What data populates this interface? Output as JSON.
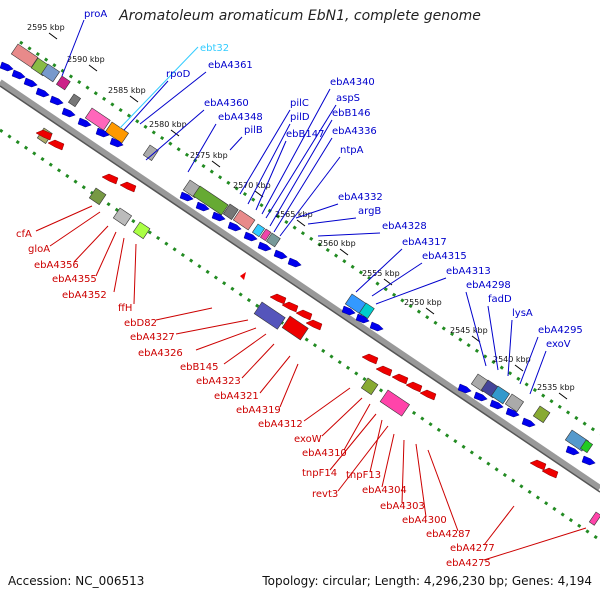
{
  "header": {
    "title": "Aromatoleum aromaticum EbN1, complete genome"
  },
  "footer": {
    "accession": "Accession: NC_006513",
    "topology": "Topology: circular; Length: 4,296,230 bp; Genes: 4,194"
  },
  "colors": {
    "forward_labels": "#0000cc",
    "reverse_labels": "#cc0000",
    "rna_label": "#33ccff",
    "backbone": "#888888",
    "dotted_track": "#228b22",
    "forward_cds": "#0000ee",
    "reverse_cds": "#ee0000"
  },
  "ruler": [
    "2595 kbp",
    "2590 kbp",
    "2585 kbp",
    "2580 kbp",
    "2575 kbp",
    "2570 kbp",
    "2565 kbp",
    "2560 kbp",
    "2555 kbp",
    "2550 kbp",
    "2545 kbp",
    "2540 kbp",
    "2535 kbp"
  ],
  "forward_labels": [
    "proA",
    "ebt32",
    "rpoD",
    "ebA4361",
    "ebA4360",
    "ebA4348",
    "pilB",
    "pilC",
    "pilD",
    "ebB147",
    "ebA4340",
    "aspS",
    "ebB146",
    "ebA4336",
    "ntpA",
    "ebA4332",
    "argB",
    "ebA4328",
    "ebA4317",
    "ebA4315",
    "ebA4313",
    "ebA4298",
    "fadD",
    "lysA",
    "ebA4295",
    "exoV"
  ],
  "reverse_labels": [
    "cfA",
    "gloA",
    "ebA4356",
    "ebA4355",
    "ebA4352",
    "ffH",
    "ebD82",
    "ebA4327",
    "ebA4326",
    "ebB145",
    "ebA4323",
    "ebA4321",
    "ebA4319",
    "ebA4312",
    "exoW",
    "ebA4310",
    "tnpF14",
    "tnpF13",
    "revt3",
    "ebA4304",
    "ebA4303",
    "ebA4300",
    "ebA4287",
    "ebA4277",
    "ebA4275"
  ]
}
